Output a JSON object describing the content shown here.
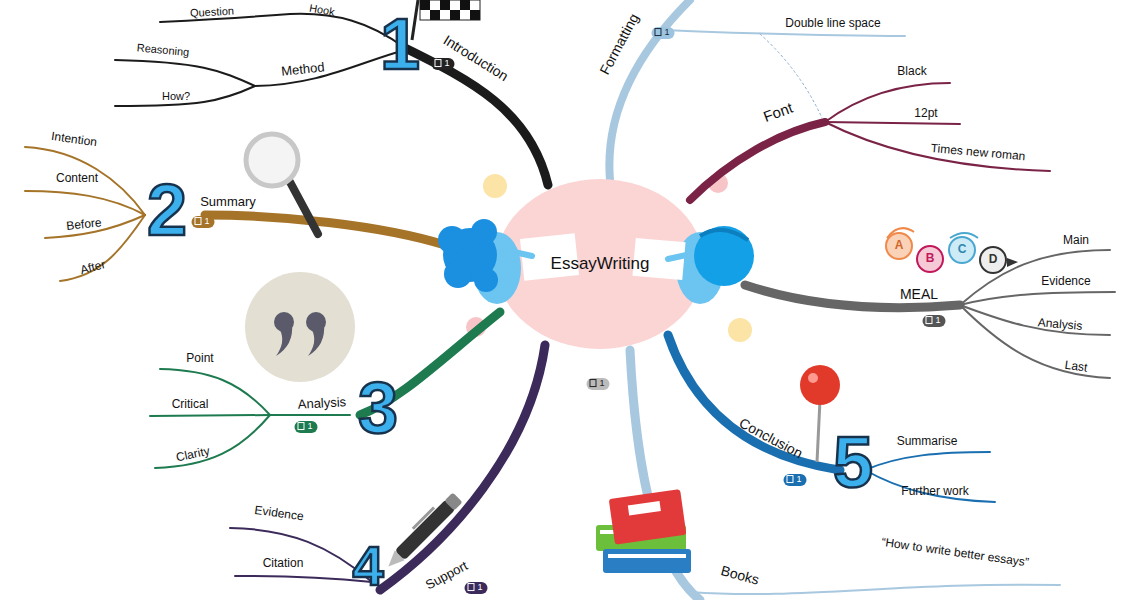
{
  "diagram": {
    "nodes": [
      {
        "text": [
          "EssayWriting"
        ]
      }
    ],
    "labels": [
      "Hook",
      "Question",
      "1",
      "Introduction",
      "1",
      "Reasoning",
      "Method",
      "How?",
      "Formatting",
      "1",
      "Double line space",
      "Black",
      "Font",
      "12pt",
      "Times new roman",
      "Intention",
      "Content",
      "2",
      "Summary",
      "1",
      "Before",
      "After",
      "A",
      "B",
      "C",
      "D",
      "Main",
      "MEAL",
      "Evidence",
      "1",
      "Analysis",
      "Last",
      "Point",
      "Critical",
      "Analysis",
      "3",
      "1",
      "Clarity",
      "1",
      "Conclusion",
      "5",
      "Summarise",
      "1",
      "Further work",
      "Evidence",
      "Citation",
      "Support",
      "4",
      "1",
      "Books",
      "“How to write better essays”"
    ]
  }
}
